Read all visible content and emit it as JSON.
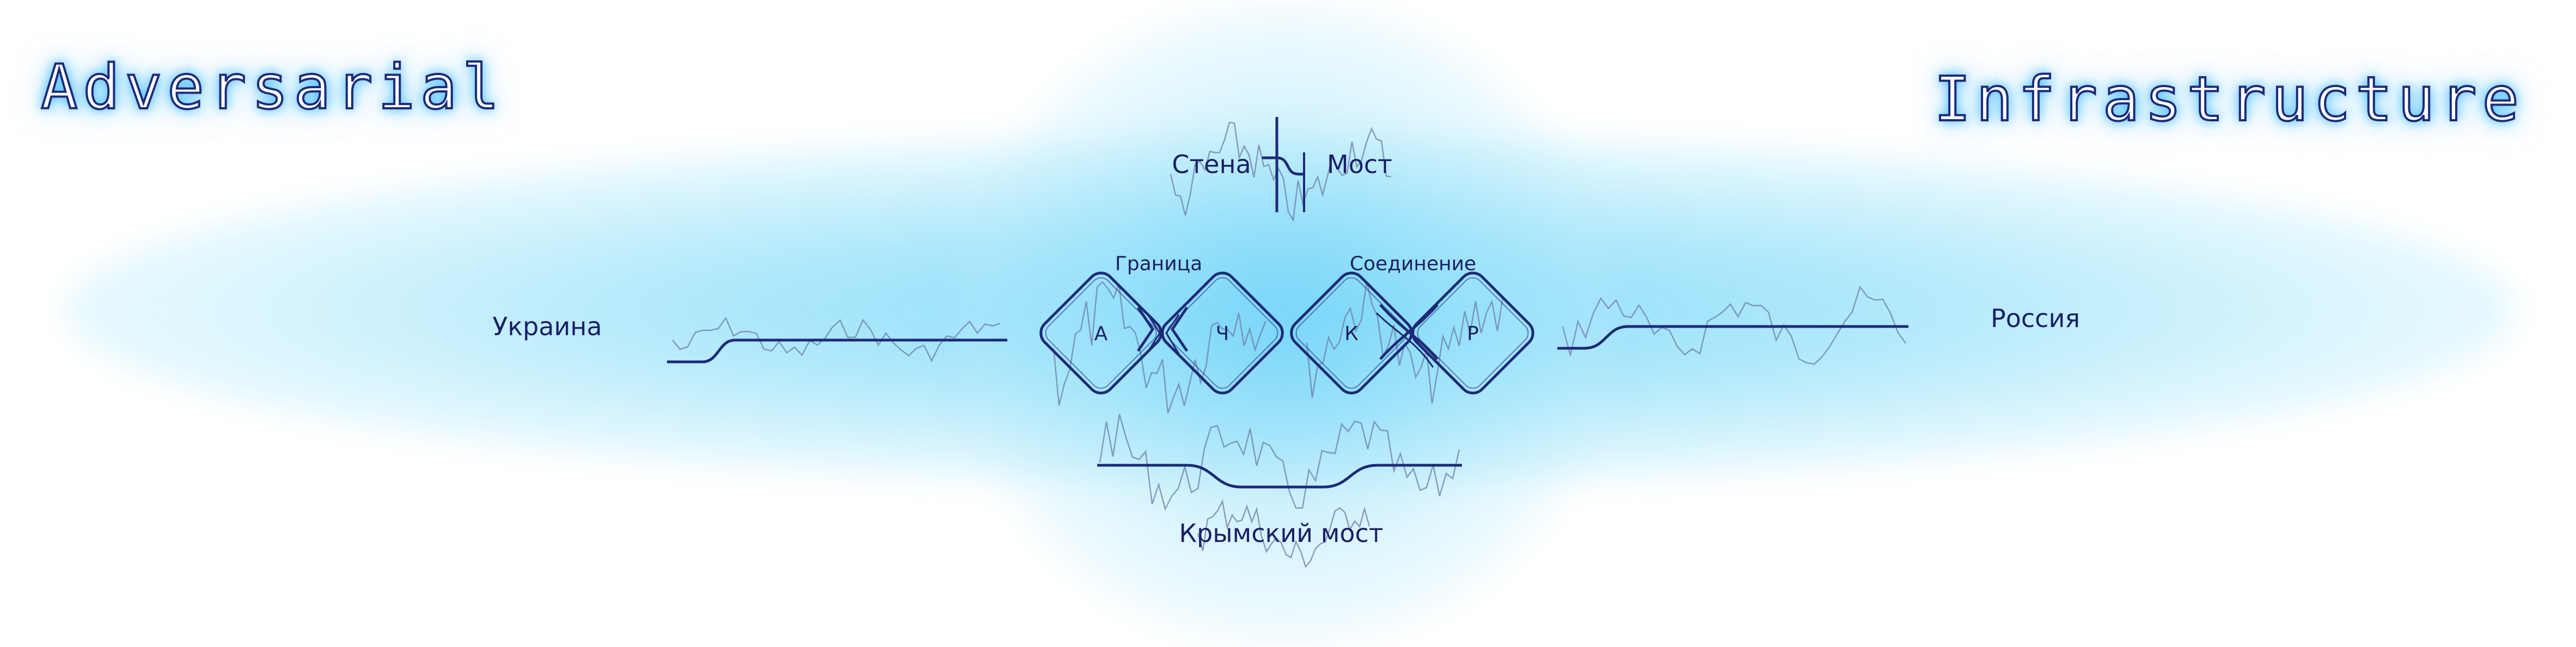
{
  "header": {
    "title_left": "Adversarial",
    "title_right": "Infrastructure"
  },
  "labels": {
    "ukraine": "Украина",
    "russia": "Россия",
    "wall": "Стена",
    "bridge": "Мост",
    "border": "Граница",
    "connection": "Соединение",
    "crimean_bridge": "Крымский мост"
  },
  "nodes": [
    "А",
    "Ч",
    "К",
    "Р"
  ],
  "colors": {
    "ink": "#1b1f66",
    "line": "#1d2a78",
    "noise": "#6f7fa8",
    "glow": "#7fd8f8",
    "title_glow": "#28b4ff"
  }
}
